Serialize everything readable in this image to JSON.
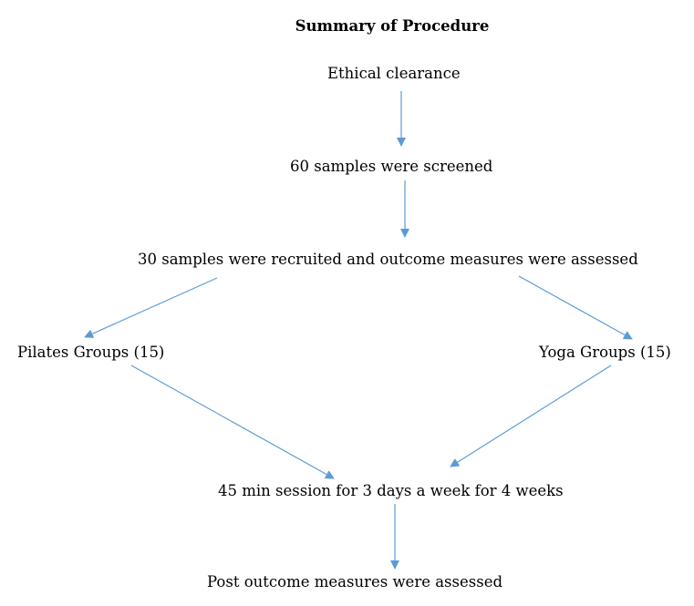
{
  "diagram": {
    "title": "Summary of Procedure",
    "nodes": {
      "ethical": "Ethical clearance",
      "screened": "60 samples were screened",
      "recruited": "30 samples were recruited and outcome measures were assessed",
      "pilates": "Pilates Groups (15)",
      "yoga": "Yoga Groups (15)",
      "session": "45 min session for 3 days a week for 4 weeks",
      "post": "Post outcome measures were assessed"
    },
    "edges": [
      {
        "from": "ethical",
        "to": "screened"
      },
      {
        "from": "screened",
        "to": "recruited"
      },
      {
        "from": "recruited",
        "to": "pilates"
      },
      {
        "from": "recruited",
        "to": "yoga"
      },
      {
        "from": "pilates",
        "to": "session"
      },
      {
        "from": "yoga",
        "to": "session"
      },
      {
        "from": "session",
        "to": "post"
      }
    ],
    "colors": {
      "arrow": "#5b9bd5",
      "text": "#000000"
    }
  }
}
